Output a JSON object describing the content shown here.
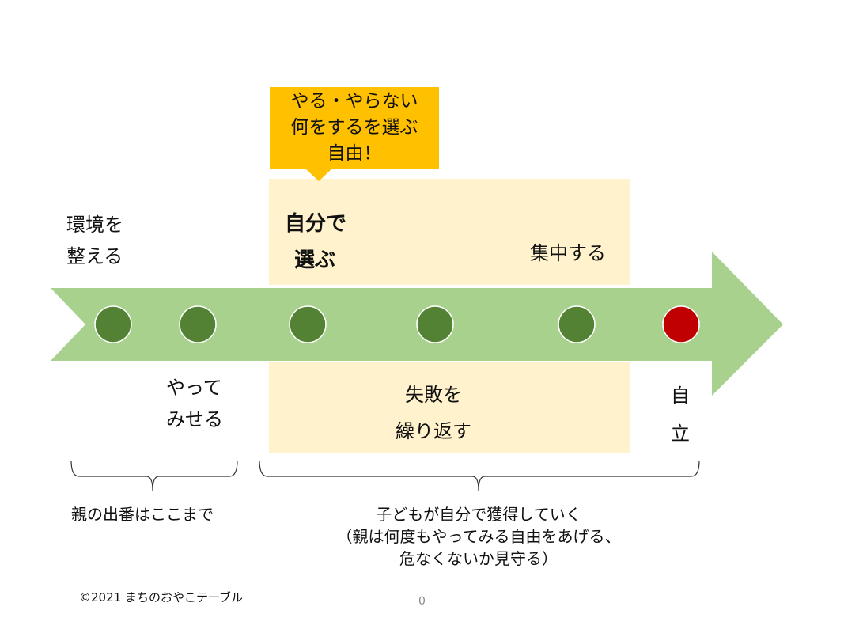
{
  "callout": {
    "lines": [
      "やる・やらない",
      "何をするを選ぶ",
      "自由！"
    ]
  },
  "labels": {
    "environment": [
      "環境を",
      "整える"
    ],
    "choose": [
      "自分で",
      "選ぶ"
    ],
    "focus": "集中する",
    "demonstrate": [
      "やって",
      "みせる"
    ],
    "fail": [
      "失敗を",
      "繰り返す"
    ],
    "independence": [
      "自",
      "立"
    ]
  },
  "brackets": {
    "parent": "親の出番はここまで",
    "child": [
      "子どもが自分で獲得していく",
      "（親は何度もやってみる自由をあげる、",
      "危なくないか見守る）"
    ]
  },
  "footer": {
    "copyright": "©2021 まちのおやこテーブル",
    "page_number": "0"
  },
  "colors": {
    "arrow": "#A9D18E",
    "dot": "#548235",
    "goal_dot": "#C00000",
    "callout": "#FFC000",
    "highlight": "#FFF2CC"
  }
}
